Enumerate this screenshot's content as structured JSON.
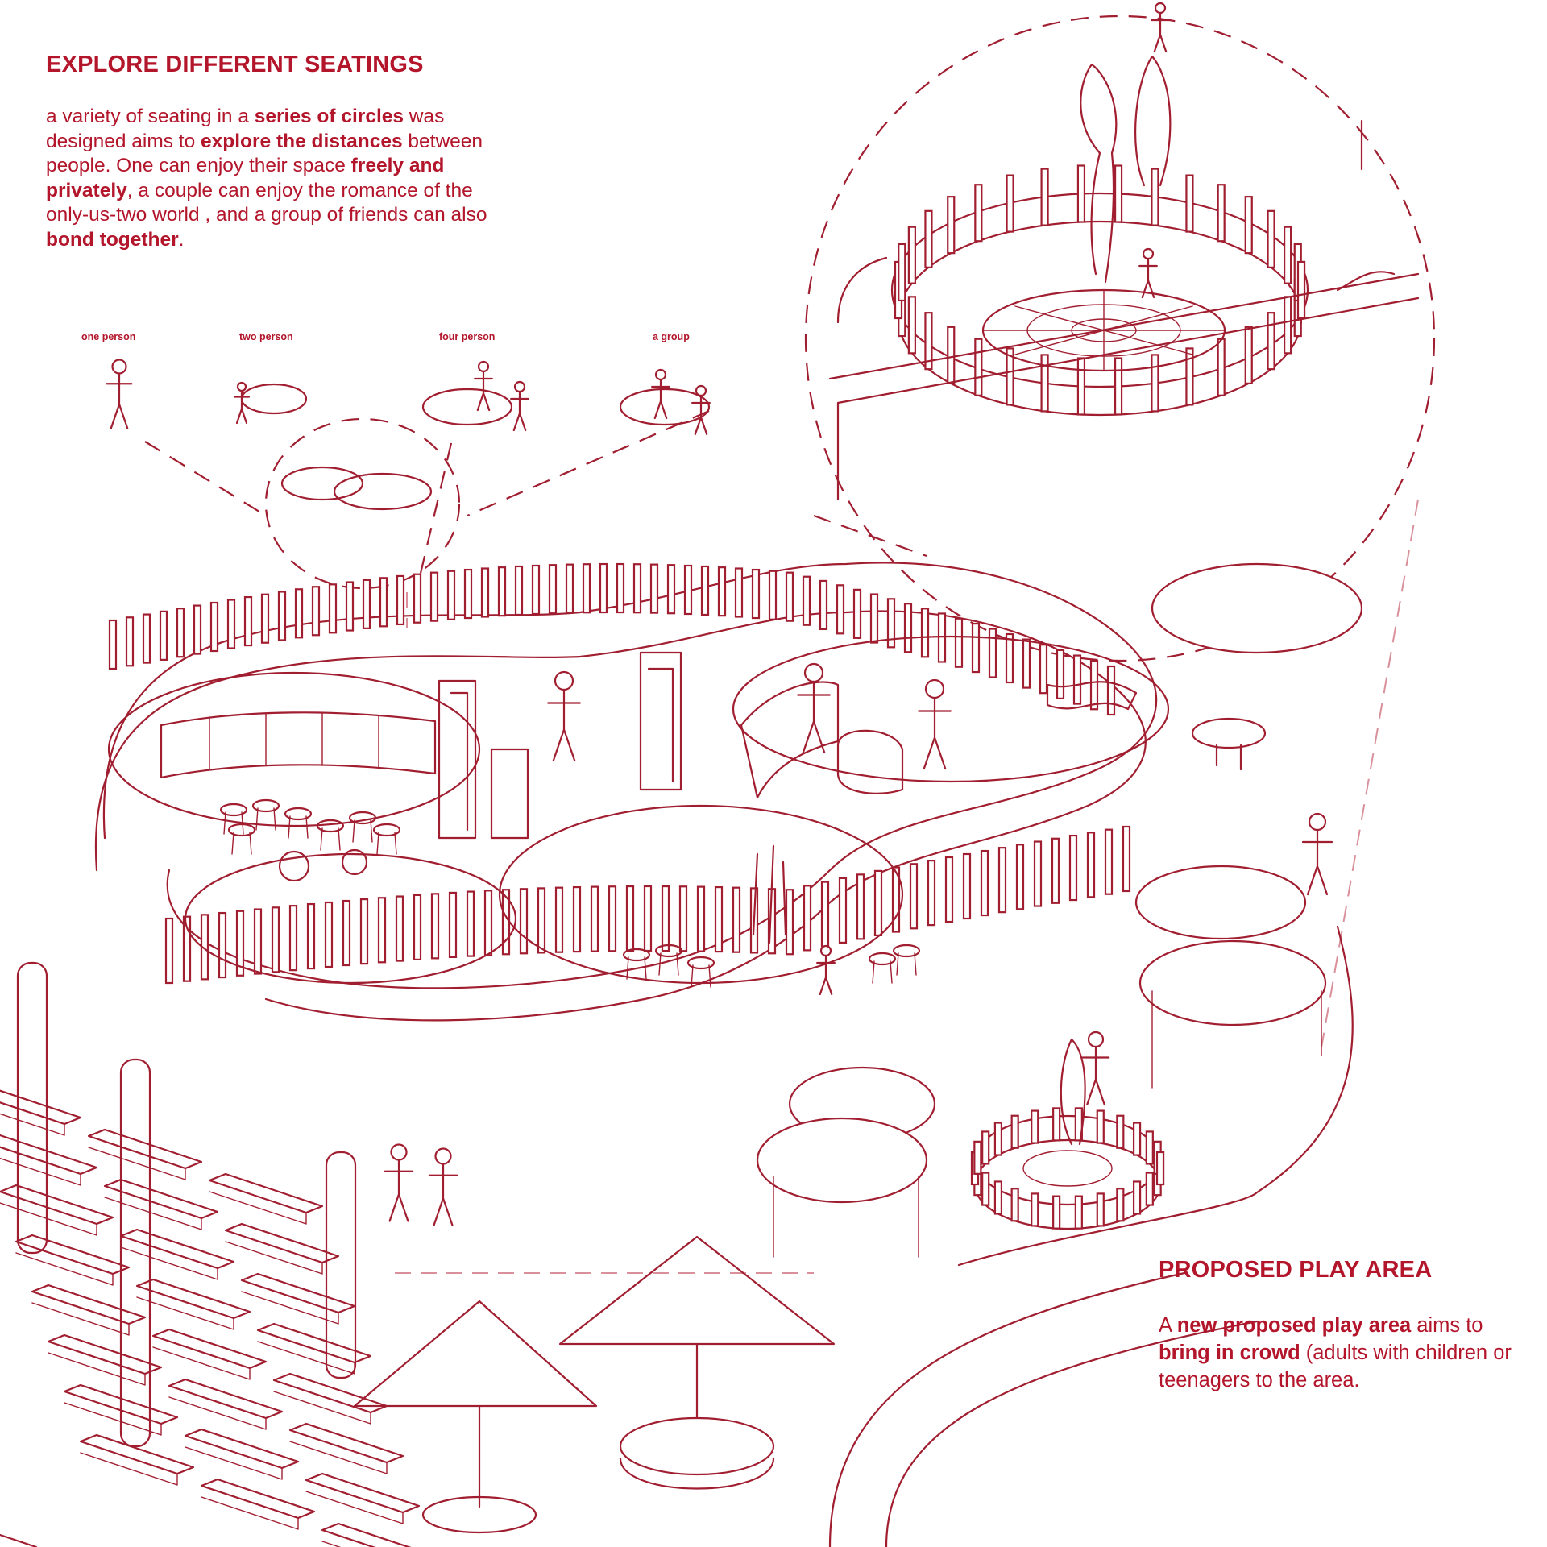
{
  "seatings": {
    "heading": "EXPLORE DIFFERENT SEATINGS",
    "segments": [
      {
        "text": "a variety of seating in a ",
        "bold": false
      },
      {
        "text": "series of circles",
        "bold": true
      },
      {
        "text": " was designed aims to ",
        "bold": false
      },
      {
        "text": "explore the distances",
        "bold": true
      },
      {
        "text": " between people. One can enjoy their space ",
        "bold": false
      },
      {
        "text": "freely and privately",
        "bold": true
      },
      {
        "text": ", a couple can enjoy the romance of the only-us-two world , and a group of friends can also ",
        "bold": false
      },
      {
        "text": "bond together",
        "bold": true
      },
      {
        "text": ".",
        "bold": false
      }
    ],
    "labels": {
      "one": "one person",
      "two": "two person",
      "four": "four person",
      "group": "a group"
    }
  },
  "play_area": {
    "heading": "PROPOSED PLAY AREA",
    "segments": [
      {
        "text": "A ",
        "bold": false
      },
      {
        "text": "new proposed play area",
        "bold": true
      },
      {
        "text": " aims to ",
        "bold": false
      },
      {
        "text": "bring in crowd",
        "bold": true
      },
      {
        "text": " (adults with children or teenagers to the area.",
        "bold": false
      }
    ]
  },
  "colors": {
    "accent": "#b3152b",
    "line": "#a11e30",
    "background": "#ffffff"
  }
}
